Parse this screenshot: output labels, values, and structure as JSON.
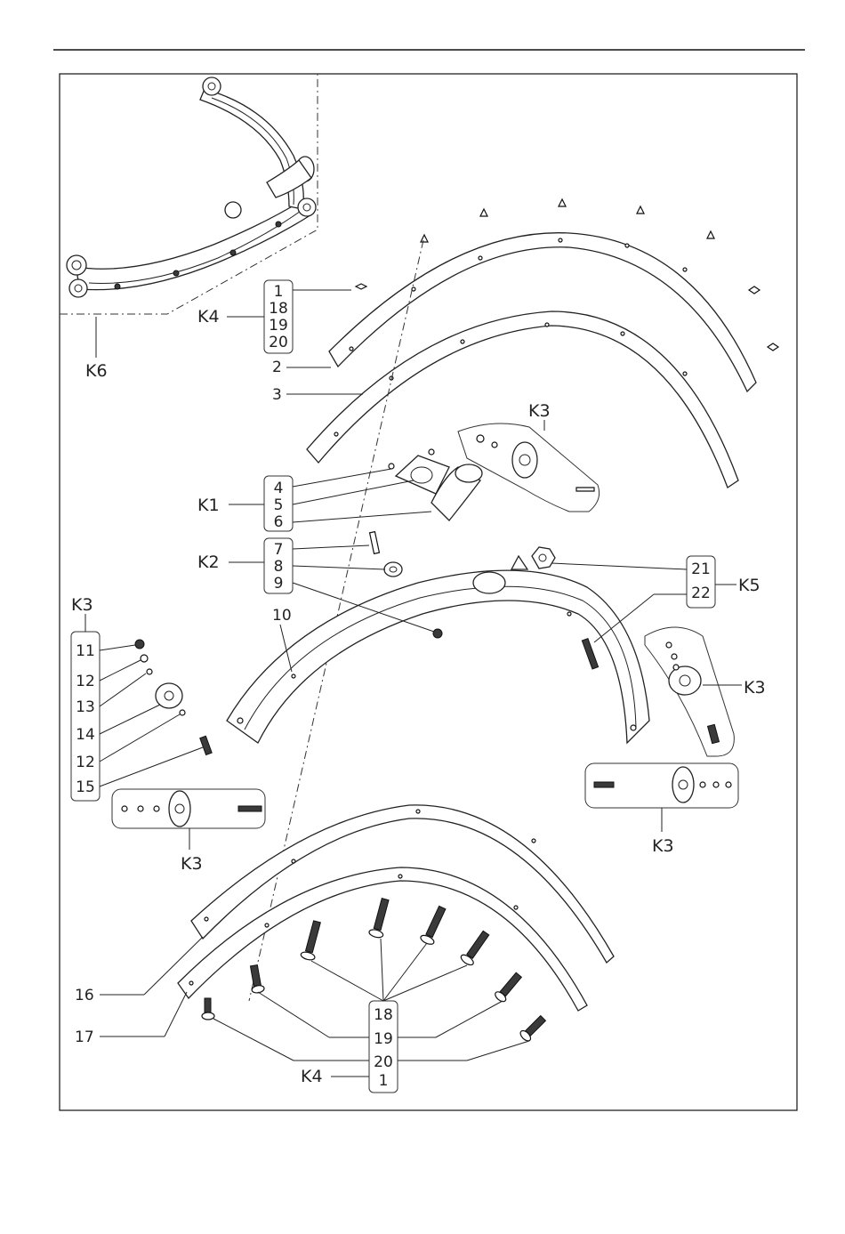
{
  "callouts": {
    "k4_top": {
      "kit": "K4",
      "items": [
        "1",
        "18",
        "19",
        "20"
      ]
    },
    "k6": "K6",
    "part_2": "2",
    "part_3": "3",
    "k3_top": "K3",
    "k1": {
      "kit": "K1",
      "items": [
        "4",
        "5",
        "6"
      ]
    },
    "k2": {
      "kit": "K2",
      "items": [
        "7",
        "8",
        "9"
      ]
    },
    "k5": {
      "kit": "K5",
      "items": [
        "21",
        "22"
      ]
    },
    "k3_left": {
      "kit": "K3",
      "items": [
        "11",
        "12",
        "13",
        "14",
        "12",
        "15"
      ]
    },
    "part_10": "10",
    "k3_right_mid": "K3",
    "k3_bottom_left": "K3",
    "k3_bottom_right": "K3",
    "part_16": "16",
    "part_17": "17",
    "k4_bottom": {
      "kit": "K4",
      "items": [
        "18",
        "19",
        "20",
        "1"
      ]
    }
  }
}
